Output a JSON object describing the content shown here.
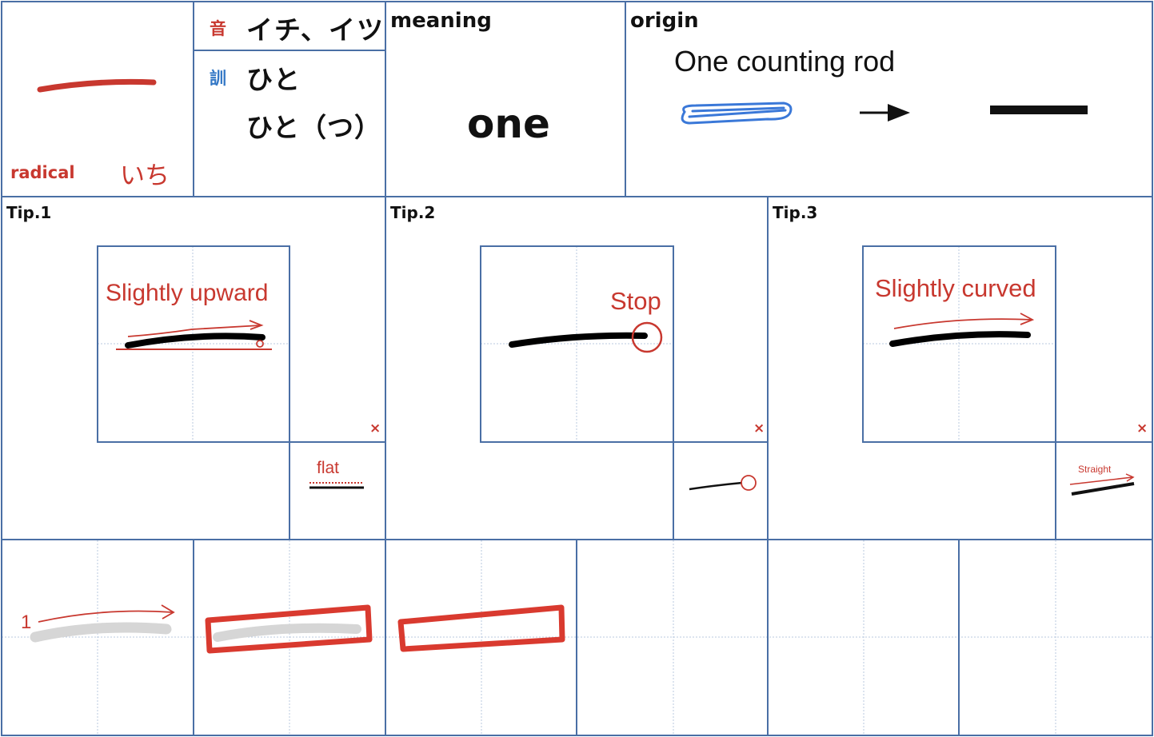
{
  "kanji_card": {
    "radical": {
      "label": "radical",
      "reading": "いち"
    },
    "readings": {
      "on_badge": "音",
      "on_value": "イチ、イツ",
      "kun_badge": "訓",
      "kun_value_1": "ひと",
      "kun_value_2": "ひと（つ）"
    },
    "meaning": {
      "label": "meaning",
      "value": "one"
    },
    "origin": {
      "label": "origin",
      "caption": "One counting rod"
    },
    "tips": [
      {
        "title": "Tip.1",
        "note": "Slightly upward",
        "wrong_mark": "×",
        "wrong_note": "flat"
      },
      {
        "title": "Tip.2",
        "note": "Stop",
        "wrong_mark": "×"
      },
      {
        "title": "Tip.3",
        "note": "Slightly curved",
        "wrong_mark": "×",
        "wrong_note": "Straight"
      }
    ],
    "practice": {
      "stroke_number": "1"
    },
    "colors": {
      "grid_border": "#4a6fa5",
      "accent_red": "#c8382f",
      "origin_blue": "#3a78d8",
      "guide_dotted": "#b9c9df",
      "trace_gray": "#d6d6d6"
    }
  }
}
